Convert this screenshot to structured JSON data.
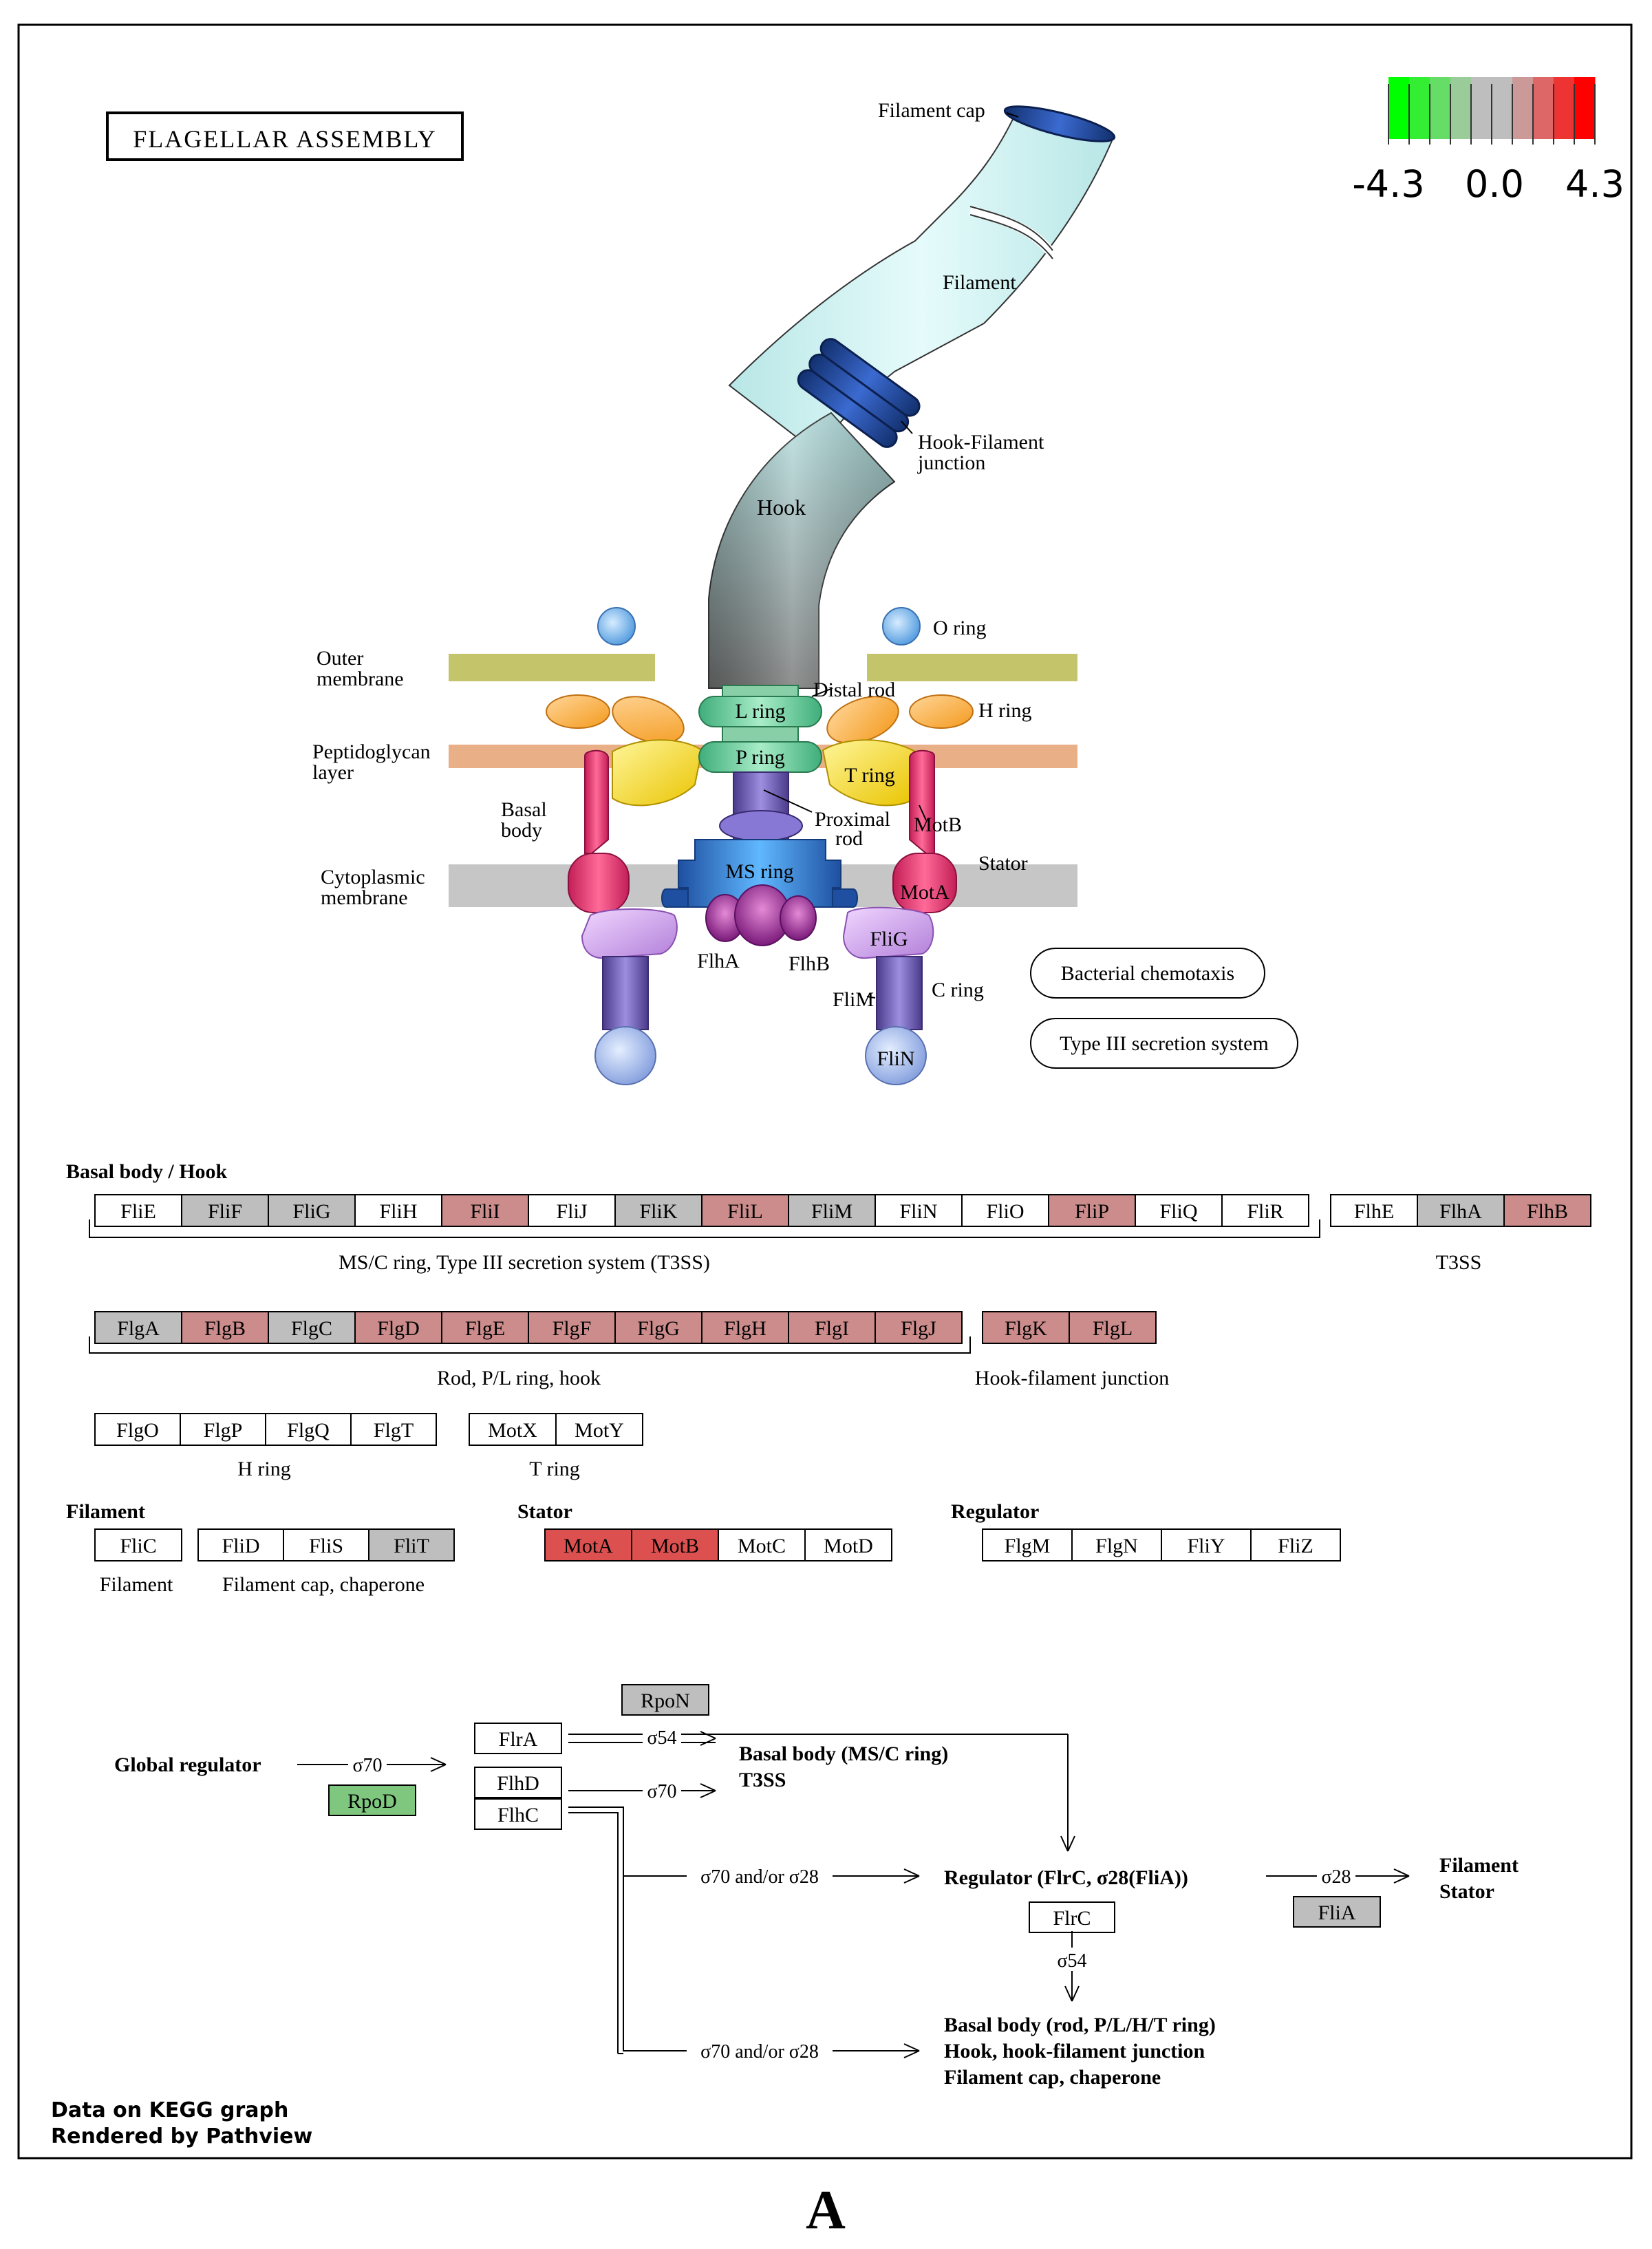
{
  "title": "FLAGELLAR ASSEMBLY",
  "legend": {
    "min": "-4.3",
    "mid": "0.0",
    "max": "4.3",
    "colors": [
      "#00ff00",
      "#33ee33",
      "#66dd66",
      "#99cc99",
      "#bebebe",
      "#bebebe",
      "#cc9999",
      "#dd6666",
      "#ee3333",
      "#ff0000"
    ]
  },
  "colors": {
    "none": "#ffffff",
    "grey": "#bebebe",
    "light_red": "#cd8c8c",
    "red": "#dd5050",
    "green": "#7fc77f"
  },
  "structure_labels": {
    "filament_cap": "Filament cap",
    "filament": "Filament",
    "hook_filament_junction_1": "Hook-Filament",
    "hook_filament_junction_2": "junction",
    "hook": "Hook",
    "o_ring": "O ring",
    "distal_rod": "Distal rod",
    "l_ring": "L ring",
    "p_ring": "P ring",
    "h_ring": "H ring",
    "t_ring": "T ring",
    "outer_membrane_1": "Outer",
    "outer_membrane_2": "membrane",
    "peptidoglycan_1": "Peptidoglycan",
    "peptidoglycan_2": "layer",
    "basal_body_1": "Basal",
    "basal_body_2": "body",
    "cytoplasmic_1": "Cytoplasmic",
    "cytoplasmic_2": "membrane",
    "proximal_rod_1": "Proximal",
    "proximal_rod_2": "rod",
    "motb": "MotB",
    "stator": "Stator",
    "ms_ring": "MS ring",
    "mota": "MotA",
    "flha": "FlhA",
    "flhb": "FlhB",
    "flig": "FliG",
    "c_ring": "C ring",
    "flim": "FliM",
    "flin": "FliN"
  },
  "pathway_links": [
    "Bacterial chemotaxis",
    "Type III secretion system"
  ],
  "sections": {
    "basal_body_hook": "Basal body / Hook",
    "filament": "Filament",
    "stator": "Stator",
    "regulator": "Regulator"
  },
  "gene_rows": [
    {
      "genes": [
        {
          "name": "FliE",
          "c": "none"
        },
        {
          "name": "FliF",
          "c": "grey"
        },
        {
          "name": "FliG",
          "c": "grey"
        },
        {
          "name": "FliH",
          "c": "none"
        },
        {
          "name": "FliI",
          "c": "light_red"
        },
        {
          "name": "FliJ",
          "c": "none"
        },
        {
          "name": "FliK",
          "c": "grey"
        },
        {
          "name": "FliL",
          "c": "light_red"
        },
        {
          "name": "FliM",
          "c": "grey"
        },
        {
          "name": "FliN",
          "c": "none"
        },
        {
          "name": "FliO",
          "c": "none"
        },
        {
          "name": "FliP",
          "c": "light_red"
        },
        {
          "name": "FliQ",
          "c": "none"
        },
        {
          "name": "FliR",
          "c": "none"
        }
      ]
    },
    {
      "genes": [
        {
          "name": "FlhE",
          "c": "none"
        },
        {
          "name": "FlhA",
          "c": "grey"
        },
        {
          "name": "FlhB",
          "c": "light_red"
        }
      ]
    },
    {
      "genes": [
        {
          "name": "FlgA",
          "c": "grey"
        },
        {
          "name": "FlgB",
          "c": "light_red"
        },
        {
          "name": "FlgC",
          "c": "grey"
        },
        {
          "name": "FlgD",
          "c": "light_red"
        },
        {
          "name": "FlgE",
          "c": "light_red"
        },
        {
          "name": "FlgF",
          "c": "light_red"
        },
        {
          "name": "FlgG",
          "c": "light_red"
        },
        {
          "name": "FlgH",
          "c": "light_red"
        },
        {
          "name": "FlgI",
          "c": "light_red"
        },
        {
          "name": "FlgJ",
          "c": "light_red"
        }
      ]
    },
    {
      "genes": [
        {
          "name": "FlgK",
          "c": "light_red"
        },
        {
          "name": "FlgL",
          "c": "light_red"
        }
      ]
    },
    {
      "genes": [
        {
          "name": "FlgO",
          "c": "none"
        },
        {
          "name": "FlgP",
          "c": "none"
        },
        {
          "name": "FlgQ",
          "c": "none"
        },
        {
          "name": "FlgT",
          "c": "none"
        }
      ]
    },
    {
      "genes": [
        {
          "name": "MotX",
          "c": "none"
        },
        {
          "name": "MotY",
          "c": "none"
        }
      ]
    },
    {
      "genes": [
        {
          "name": "FliC",
          "c": "none"
        }
      ]
    },
    {
      "genes": [
        {
          "name": "FliD",
          "c": "none"
        },
        {
          "name": "FliS",
          "c": "none"
        },
        {
          "name": "FliT",
          "c": "grey"
        }
      ]
    },
    {
      "genes": [
        {
          "name": "MotA",
          "c": "red"
        },
        {
          "name": "MotB",
          "c": "red"
        },
        {
          "name": "MotC",
          "c": "none"
        },
        {
          "name": "MotD",
          "c": "none"
        }
      ]
    },
    {
      "genes": [
        {
          "name": "FlgM",
          "c": "none"
        },
        {
          "name": "FlgN",
          "c": "none"
        },
        {
          "name": "FliY",
          "c": "none"
        },
        {
          "name": "FliZ",
          "c": "none"
        }
      ]
    }
  ],
  "group_labels": {
    "ms_c_ring": "MS/C ring, Type III secretion system (T3SS)",
    "t3ss": "T3SS",
    "rod_pl_hook": "Rod, P/L ring, hook",
    "hook_filament": "Hook-filament junction",
    "h_ring": "H ring",
    "t_ring": "T ring",
    "filament": "Filament",
    "filament_cap": "Filament cap, chaperone"
  },
  "regulation": {
    "global_regulator": "Global regulator",
    "sigma70": "σ70",
    "sigma54": "σ54",
    "sigma28": "σ28",
    "sigma70_or_28": "σ70 and/or σ28",
    "rpod": {
      "name": "RpoD",
      "c": "green"
    },
    "rpon": {
      "name": "RpoN",
      "c": "grey"
    },
    "flra": {
      "name": "FlrA",
      "c": "none"
    },
    "flhd": {
      "name": "FlhD",
      "c": "none"
    },
    "flhc": {
      "name": "FlhC",
      "c": "none"
    },
    "flrc": {
      "name": "FlrC",
      "c": "none"
    },
    "flia": {
      "name": "FliA",
      "c": "grey"
    },
    "basal_ms_1": "Basal body (MS/C ring)",
    "basal_ms_2": "T3SS",
    "regulator_text": "Regulator (FlrC, σ28(FliA))",
    "filament_1": "Filament",
    "filament_2": "Stator",
    "basal_rod_1": "Basal body (rod, P/L/H/T ring)",
    "basal_rod_2": "Hook, hook-filament junction",
    "basal_rod_3": "Filament cap, chaperone"
  },
  "footer": {
    "line1": "Data on KEGG graph",
    "line2": "Rendered by Pathview"
  },
  "panel_label": "A"
}
